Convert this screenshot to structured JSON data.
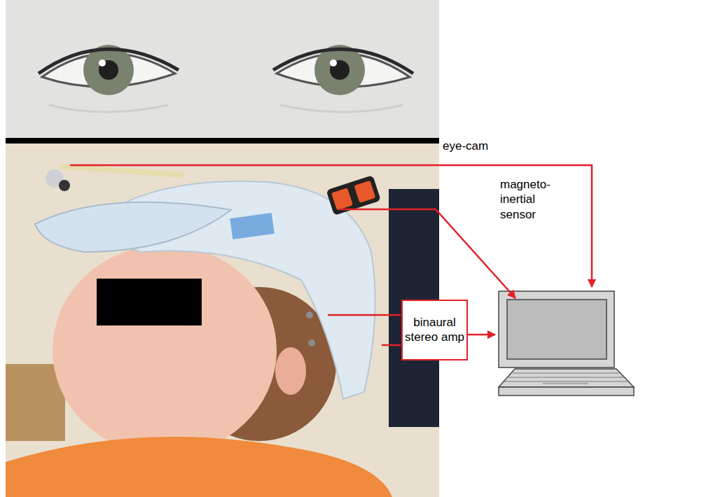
{
  "diagram": {
    "nodes": [
      {
        "text": [
          "binaural stereo amp"
        ]
      }
    ],
    "labels": [
      "eye-cam",
      "magneto- inertial sensor"
    ]
  }
}
